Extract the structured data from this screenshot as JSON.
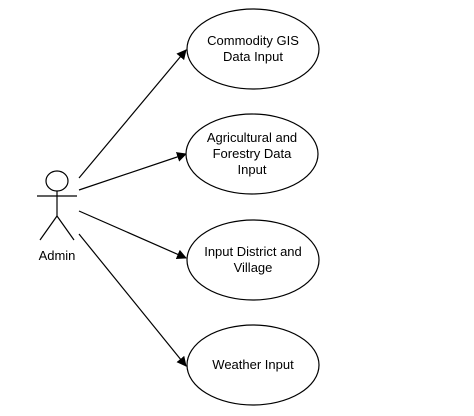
{
  "actor": {
    "label": "Admin"
  },
  "use_cases": [
    {
      "label": "Commodity GIS\nData Input"
    },
    {
      "label": "Agricultural and\nForestry Data\nInput"
    },
    {
      "label": "Input District and\nVillage"
    },
    {
      "label": "Weather Input"
    }
  ],
  "colors": {
    "stroke": "#000000",
    "background": "#ffffff"
  }
}
